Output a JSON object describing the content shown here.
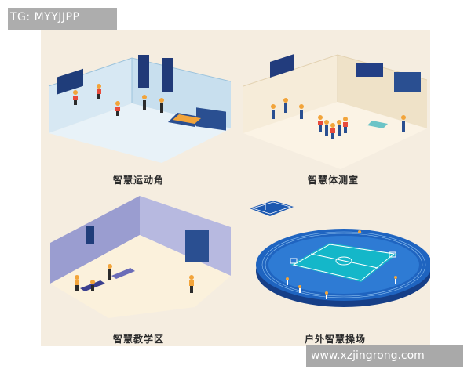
{
  "top_badge": {
    "text": "TG: MYYJJPP"
  },
  "bottom_watermark": {
    "text": "www.xzjingrong.com"
  },
  "panels": [
    {
      "caption": "智慧运动角"
    },
    {
      "caption": "智慧体测室"
    },
    {
      "caption": "智慧教学区"
    },
    {
      "caption": "户外智慧操场"
    }
  ],
  "colors": {
    "background": "#f5ede0",
    "room_floor": "#e6f1f7",
    "room_wall": "#cfe3ef",
    "purple_wall": "#9a9dd0",
    "track_blue": "#1c58b0",
    "field_teal": "#14b7c9"
  }
}
